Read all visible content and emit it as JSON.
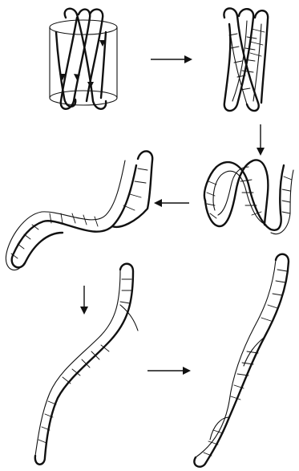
{
  "figure": {
    "panels": [
      {
        "id": "panel-1",
        "shape": "helical strand wrapped around a cylinder"
      },
      {
        "id": "panel-2",
        "shape": "strand paired into hairpins"
      },
      {
        "id": "panel-3",
        "shape": "double hairpin"
      },
      {
        "id": "panel-4",
        "shape": "stretched sigmoid duplex"
      },
      {
        "id": "panel-5",
        "shape": "diagonal duplex"
      },
      {
        "id": "panel-6",
        "shape": "twisted double helix"
      }
    ],
    "arrows": [
      {
        "from": "panel-1",
        "to": "panel-2",
        "direction": "right"
      },
      {
        "from": "panel-2",
        "to": "panel-3",
        "direction": "down"
      },
      {
        "from": "panel-3",
        "to": "panel-4",
        "direction": "left"
      },
      {
        "from": "panel-4",
        "to": "panel-5",
        "direction": "down"
      },
      {
        "from": "panel-5",
        "to": "panel-6",
        "direction": "right"
      }
    ],
    "colors": {
      "ink": "#111111",
      "background": "#ffffff"
    }
  }
}
